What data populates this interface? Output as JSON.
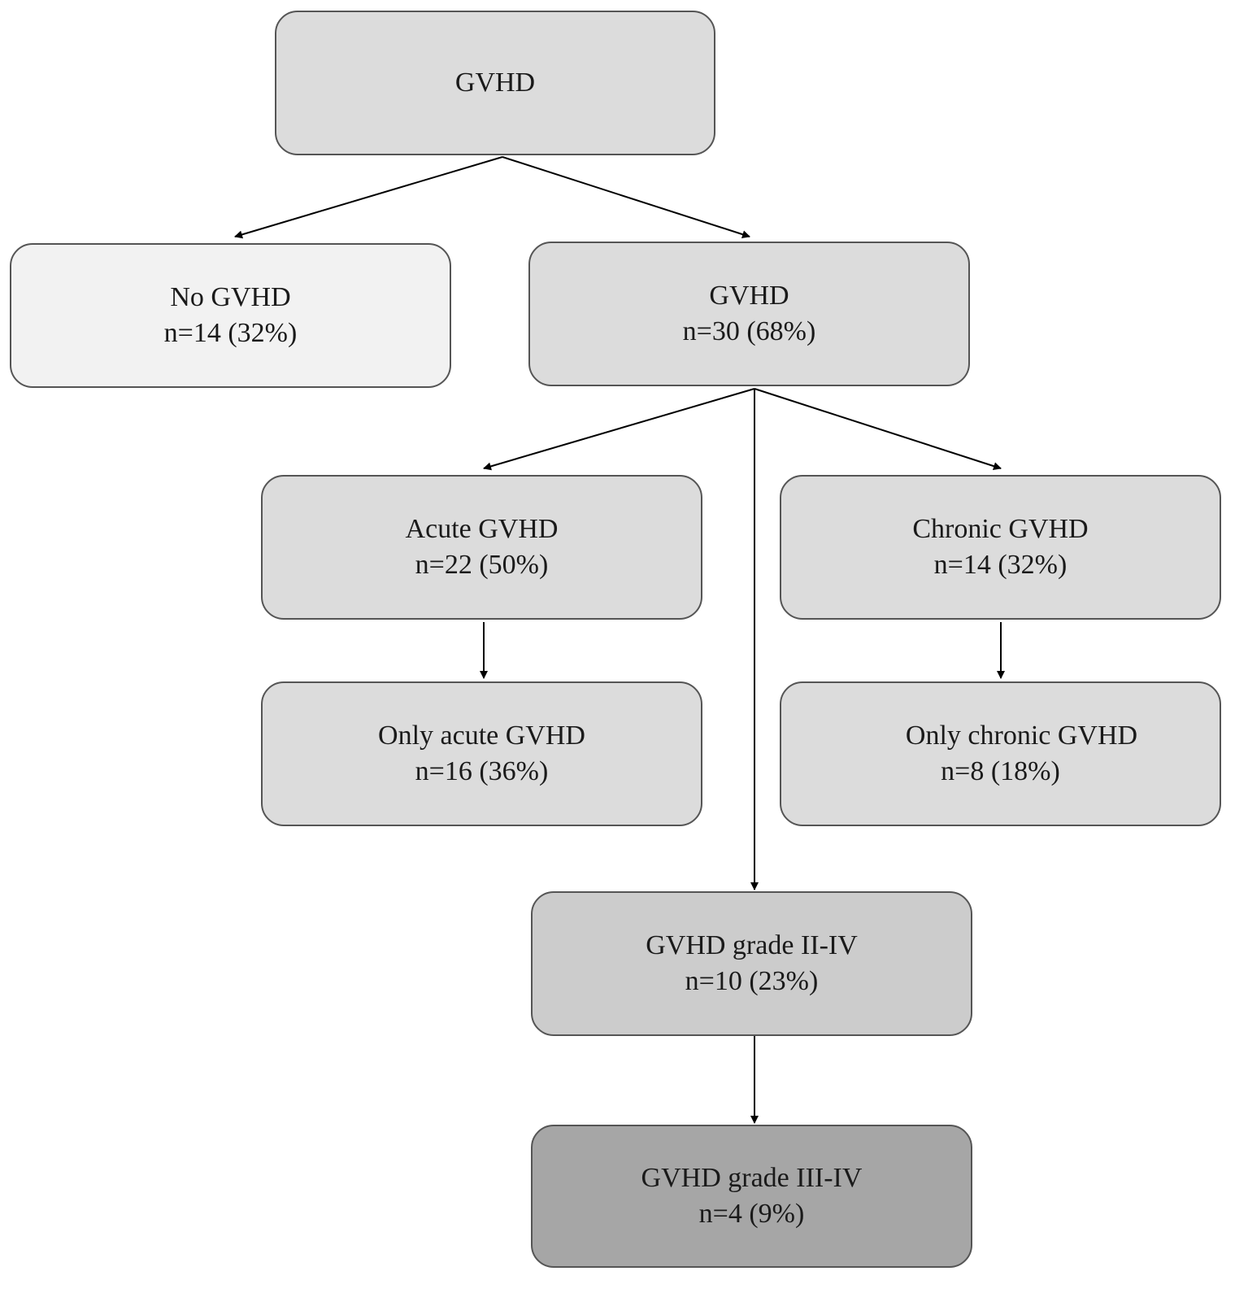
{
  "colors": {
    "light": "#f2f2f2",
    "medium": "#dcdcdc",
    "medium_dark": "#cccccc",
    "dark": "#a6a6a6",
    "border": "#555555",
    "arrow": "#000000"
  },
  "nodes": {
    "root": {
      "title": "GVHD",
      "count": ""
    },
    "no_gvhd": {
      "title": "No GVHD",
      "count": "n=14 (32%)"
    },
    "gvhd": {
      "title": "GVHD",
      "count": "n=30 (68%)"
    },
    "acute": {
      "title": "Acute GVHD",
      "count": "n=22 (50%)"
    },
    "chronic": {
      "title": "Chronic GVHD",
      "count": "n=14 (32%)"
    },
    "only_acute": {
      "title": "Only acute GVHD",
      "count": "n=16 (36%)"
    },
    "only_chronic": {
      "title": "Only chronic GVHD",
      "count": "n=8 (18%)"
    },
    "grade_2_4": {
      "title": "GVHD grade II-IV",
      "count": "n=10 (23%)"
    },
    "grade_3_4": {
      "title": "GVHD grade III-IV",
      "count": "n=4 (9%)"
    }
  },
  "edges": [
    {
      "from": "root",
      "to": "no_gvhd"
    },
    {
      "from": "root",
      "to": "gvhd"
    },
    {
      "from": "gvhd",
      "to": "acute"
    },
    {
      "from": "gvhd",
      "to": "chronic"
    },
    {
      "from": "gvhd",
      "to": "grade_2_4"
    },
    {
      "from": "acute",
      "to": "only_acute"
    },
    {
      "from": "chronic",
      "to": "only_chronic"
    },
    {
      "from": "grade_2_4",
      "to": "grade_3_4"
    }
  ]
}
